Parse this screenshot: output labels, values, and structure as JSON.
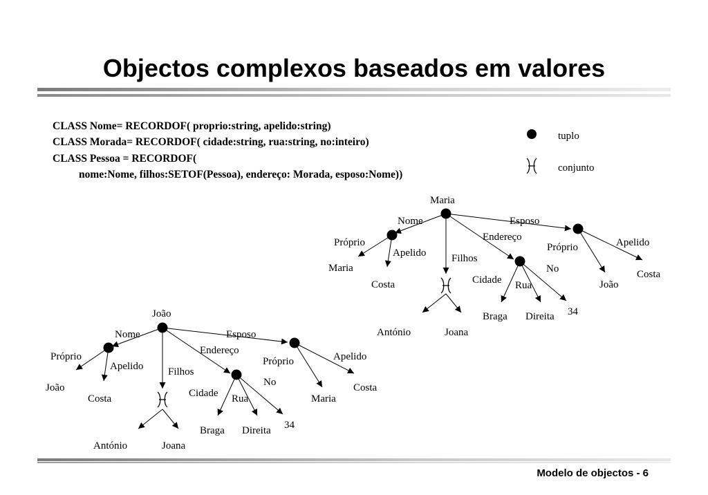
{
  "slide": {
    "title": "Objectos complexos baseados em valores",
    "footer": "Modelo de objectos - 6"
  },
  "code": [
    "CLASS Nome= RECORDOF( proprio:string, apelido:string)",
    "CLASS Morada= RECORDOF( cidade:string, rua:string, no:inteiro)",
    "CLASS Pessoa = RECORDOF(",
    "nome:Nome, filhos:SETOF(Pessoa), endereço: Morada, esposo:Nome))"
  ],
  "legend": {
    "tuple_label": "tuplo",
    "set_label": "conjunto",
    "set_symbol": "ϰ"
  },
  "trees": {
    "maria": {
      "root": "Maria",
      "edge_nome": "Nome",
      "edge_esposo": "Esposo",
      "edge_endereco": "Endereço",
      "edge_filhos": "Filhos",
      "nome_proprio_edge": "Próprio",
      "nome_apelido_edge": "Apelido",
      "nome_proprio_val": "Maria",
      "nome_apelido_val": "Costa",
      "children": [
        "António",
        "Joana"
      ],
      "morada_cidade_edge": "Cidade",
      "morada_rua_edge": "Rua",
      "morada_no_edge": "No",
      "morada_cidade_val": "Braga",
      "morada_rua_val": "Direita",
      "morada_no_val": "34",
      "esposo_proprio_edge": "Próprio",
      "esposo_apelido_edge": "Apelido",
      "esposo_proprio_val": "João",
      "esposo_apelido_val": "Costa"
    },
    "joao": {
      "root": "João",
      "edge_nome": "Nome",
      "edge_esposo": "Esposo",
      "edge_endereco": "Endereço",
      "edge_filhos": "Filhos",
      "nome_proprio_edge": "Próprio",
      "nome_apelido_edge": "Apelido",
      "nome_proprio_val": "João",
      "nome_apelido_val": "Costa",
      "children": [
        "António",
        "Joana"
      ],
      "morada_cidade_edge": "Cidade",
      "morada_rua_edge": "Rua",
      "morada_no_edge": "No",
      "morada_cidade_val": "Braga",
      "morada_rua_val": "Direita",
      "morada_no_val": "34",
      "esposo_proprio_edge": "Próprio",
      "esposo_apelido_edge": "Apelido",
      "esposo_proprio_val": "Maria",
      "esposo_apelido_val": "Costa"
    }
  }
}
